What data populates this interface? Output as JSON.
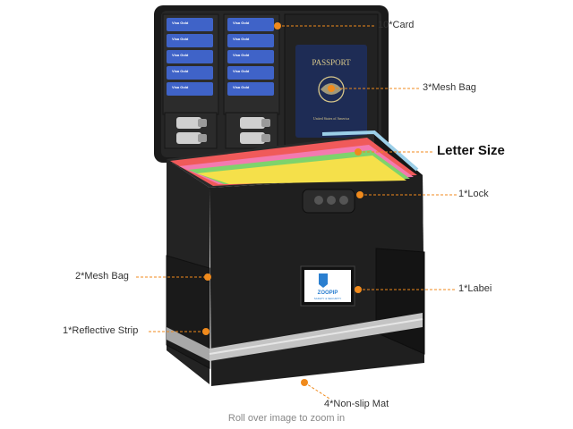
{
  "product": {
    "card_label": "Visa Gold",
    "passport_title": "PASSPORT",
    "passport_subtitle": "United States of America",
    "brand_name": "ZOOPIP",
    "brand_tagline": "SAFETY & SECURITY"
  },
  "callouts": {
    "card": "10*Card",
    "mesh_bag_lid": "3*Mesh Bag",
    "letter_size": "Letter Size",
    "lock": "1*Lock",
    "mesh_bag_side": "2*Mesh Bag",
    "label": "1*Labei",
    "reflective_strip": "1*Reflective Strip",
    "non_slip_mat": "4*Non-slip Mat"
  },
  "caption": "Roll over image to zoom in",
  "colors": {
    "box": "#1e1e1e",
    "card": "#3f63c8",
    "callout_dot": "#f08a1c",
    "reflective": "#bdbdbd",
    "folder_red": "#f05a5a",
    "folder_pink": "#f37ab0",
    "folder_green": "#7ed36c",
    "folder_yellow": "#f5e04a"
  }
}
